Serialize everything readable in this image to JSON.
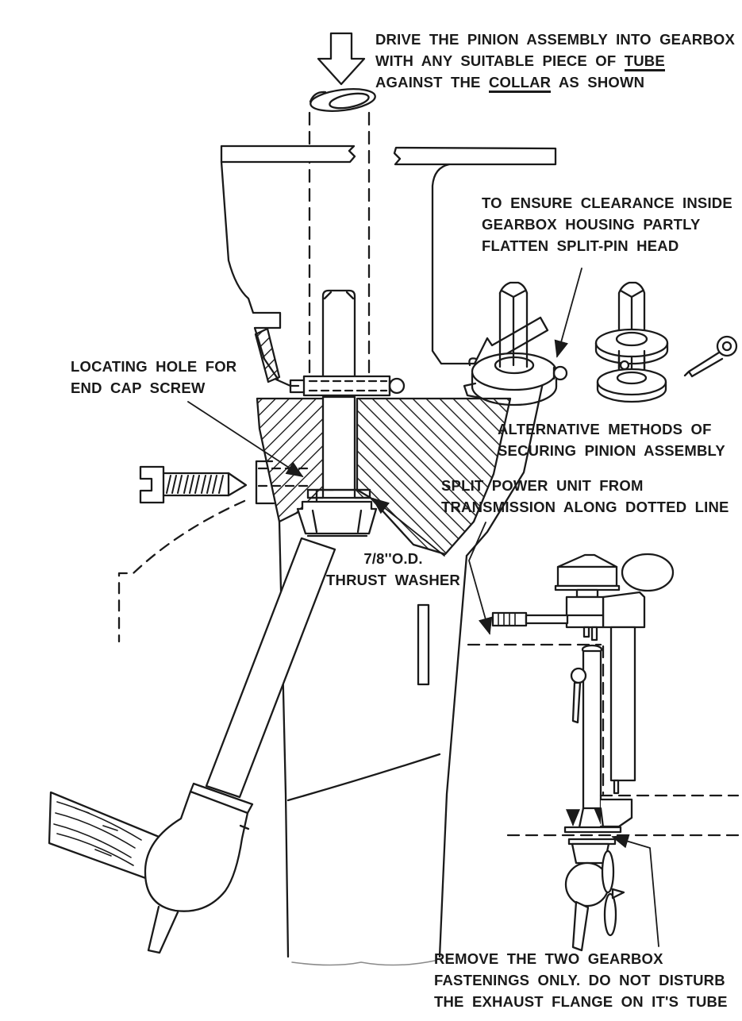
{
  "page": {
    "background": "#ffffff",
    "ink": "#1a1a1a"
  },
  "annotations": {
    "drive_pinion": {
      "line1": "DRIVE THE PINION ASSEMBLY INTO GEARBOX",
      "line2_pre": "WITH ANY SUITABLE PIECE OF ",
      "line2_underline": "TUBE",
      "line3_pre": "AGAINST THE ",
      "line3_underline": "COLLAR",
      "line3_post": " AS SHOWN"
    },
    "ensure_clearance": {
      "line1": "TO ENSURE CLEARANCE INSIDE",
      "line2": "GEARBOX HOUSING PARTLY",
      "line3": "FLATTEN SPLIT-PIN HEAD"
    },
    "locating_hole": {
      "line1": "LOCATING HOLE FOR",
      "line2": "END CAP SCREW"
    },
    "alternative_methods": {
      "line1": "ALTERNATIVE METHODS OF",
      "line2": "SECURING PINION ASSEMBLY"
    },
    "split_power_unit": {
      "line1": "SPLIT POWER UNIT FROM",
      "line2": "TRANSMISSION ALONG DOTTED LINE"
    },
    "thrust_washer": {
      "line1": "7/8''O.D.",
      "line2": "THRUST WASHER"
    },
    "remove_fastenings": {
      "line1": "REMOVE THE TWO GEARBOX",
      "line2": "FASTENINGS ONLY. DO NOT DISTURB",
      "line3": "THE EXHAUST FLANGE ON IT'S TUBE"
    }
  }
}
